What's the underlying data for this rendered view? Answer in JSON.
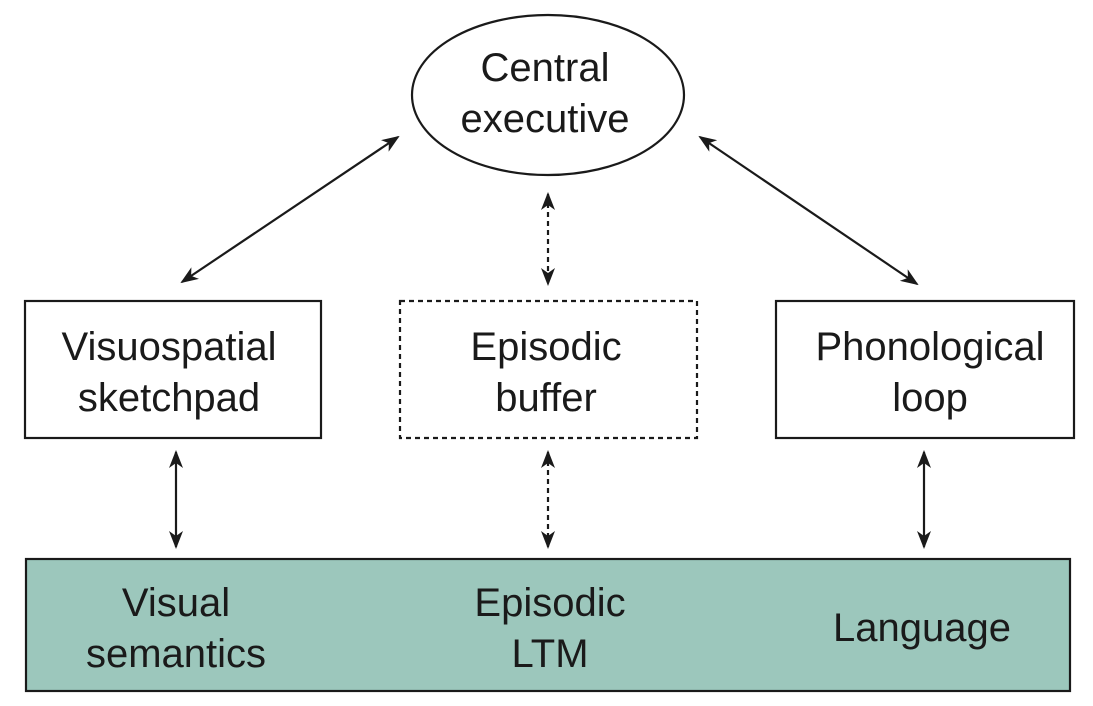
{
  "nodes": {
    "central_executive": {
      "line1": "Central",
      "line2": "executive"
    },
    "visuospatial_sketchpad": {
      "line1": "Visuospatial",
      "line2": "sketchpad"
    },
    "episodic_buffer": {
      "line1": "Episodic",
      "line2": "buffer"
    },
    "phonological_loop": {
      "line1": "Phonological",
      "line2": "loop"
    }
  },
  "ltm_band": {
    "visual_semantics": {
      "line1": "Visual",
      "line2": "semantics"
    },
    "episodic_ltm": {
      "line1": "Episodic",
      "line2": "LTM"
    },
    "language": {
      "line1": "Language"
    }
  },
  "colors": {
    "ltm_fill": "#9cc7bc",
    "stroke": "#1a1a1a",
    "background": "#ffffff"
  }
}
